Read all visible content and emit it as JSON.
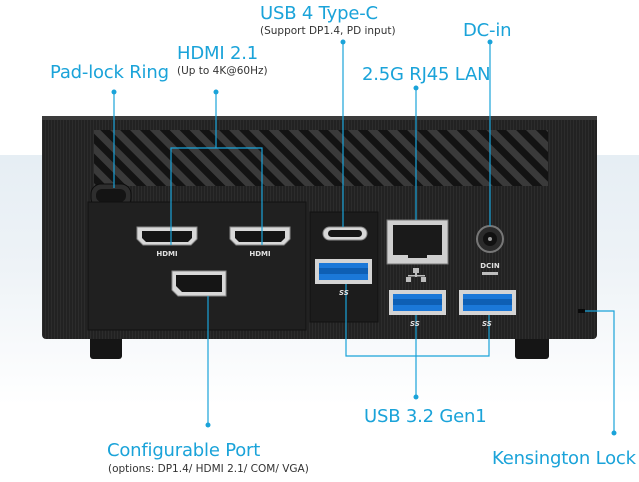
{
  "colors": {
    "accent": "#1aa3d9",
    "device": "#1e1e1e",
    "subtext": "#333333"
  },
  "labels": {
    "usb4": {
      "title": "USB 4 Type-C",
      "sub": "(Support DP1.4, PD input)"
    },
    "dcin": {
      "title": "DC-in"
    },
    "hdmi21": {
      "title": "HDMI 2.1",
      "sub": "(Up to 4K@60Hz)"
    },
    "padlock": {
      "title": "Pad-lock Ring"
    },
    "rj45": {
      "title": "2.5G RJ45 LAN"
    },
    "usb32": {
      "title": "USB 3.2 Gen1"
    },
    "configurable": {
      "title": "Configurable Port",
      "sub": "(options: DP1.4/ HDMI 2.1/ COM/ VGA)"
    },
    "kensington": {
      "title": "Kensington Lock"
    }
  },
  "port_text": {
    "hdmi": "HDMI",
    "dcin": "DCIN",
    "ss": "SS"
  }
}
